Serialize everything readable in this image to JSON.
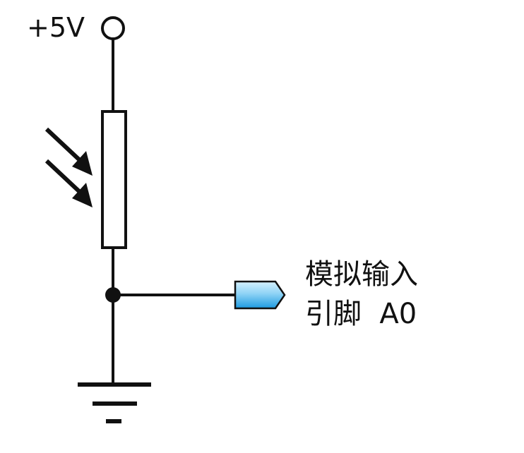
{
  "supply": {
    "label": "+5V"
  },
  "output": {
    "line1": "模拟输入",
    "line2": "引脚  A0"
  },
  "colors": {
    "wire": "#111111",
    "connector_light": "#d6f1fc",
    "connector_dark": "#1d9ae0"
  },
  "icons": {
    "resistor": "photoresistor-icon",
    "ground": "ground-icon",
    "terminal": "supply-terminal-icon",
    "connector": "output-connector-icon"
  }
}
